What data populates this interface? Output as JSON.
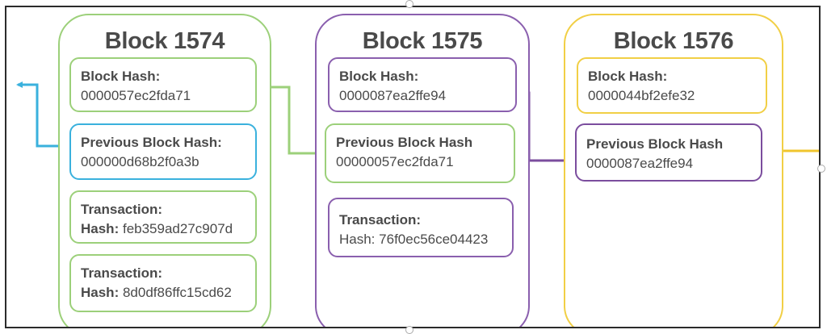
{
  "colors": {
    "block_1574": "#9cd07a",
    "block_1575": "#8a5fae",
    "block_1576": "#f1cf45",
    "prev_hash_1574": "#3ab1dd",
    "link_1575_to_1574": "#9cd07a",
    "link_1576_to_1575": "#7b4d9e",
    "link_next_to_1576": "#f0c52d",
    "link_1574_to_prev": "#3ab1dd",
    "text": "#4a4a4a",
    "border": "#2b2b2b"
  },
  "blocks": [
    {
      "title": "Block 1574",
      "block_hash_label": "Block Hash:",
      "block_hash": "0000057ec2fda71",
      "previous_hash_label": "Previous Block Hash:",
      "previous_hash": "000000d68b2f0a3b",
      "transactions": [
        {
          "label": "Transaction:",
          "hash_label": "Hash:",
          "hash": "feb359ad27c907d"
        },
        {
          "label": "Transaction:",
          "hash_label": "Hash:",
          "hash": "8d0df86ffc15cd62"
        }
      ]
    },
    {
      "title": "Block 1575",
      "block_hash_label": "Block Hash:",
      "block_hash": "0000087ea2ffe94",
      "previous_hash_label": "Previous Block Hash",
      "previous_hash": "00000057ec2fda71",
      "transactions": [
        {
          "label": "Transaction:",
          "hash_label": "Hash:",
          "hash": "76f0ec56ce04423"
        }
      ]
    },
    {
      "title": "Block 1576",
      "block_hash_label": "Block Hash:",
      "block_hash": "0000044bf2efe32",
      "previous_hash_label": "Previous Block Hash",
      "previous_hash": "0000087ea2ffe94",
      "transactions": []
    }
  ]
}
